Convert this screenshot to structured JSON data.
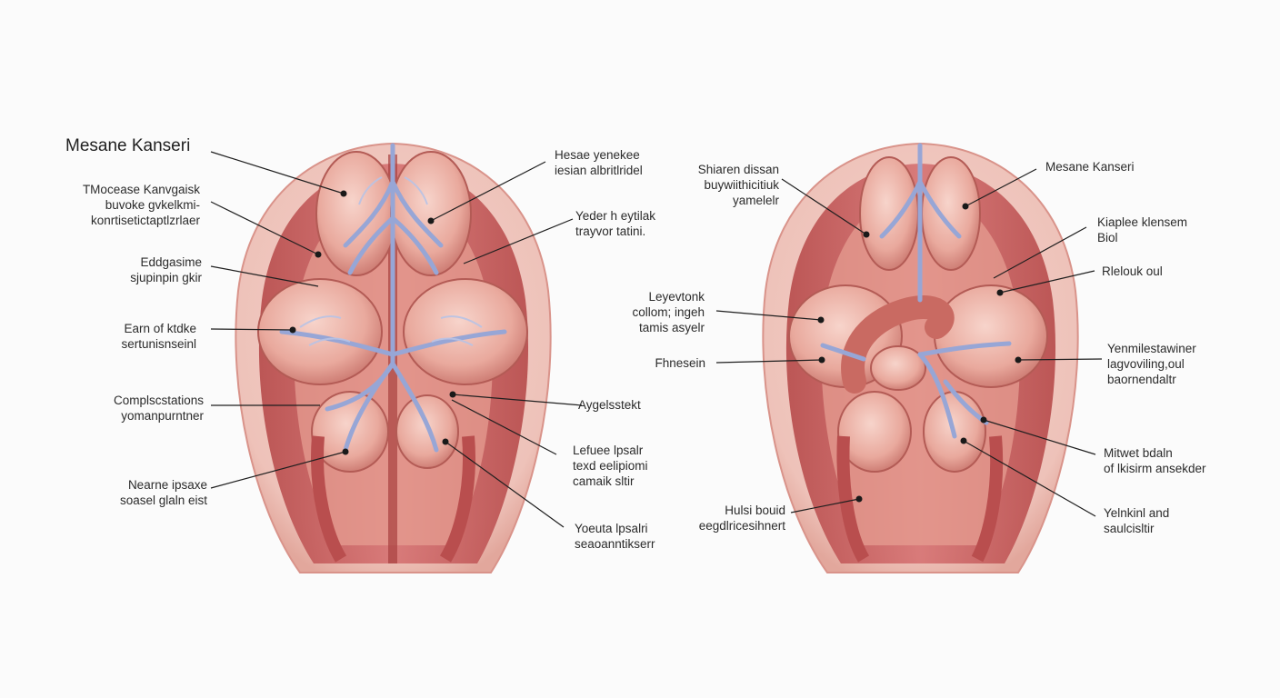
{
  "left_labels": [
    {
      "id": "title",
      "text": "Mesane Kanseri"
    },
    {
      "id": "l1",
      "text": "TMocease Kanvgaisk\nbuvoke gvkelkmi-\nkonrtisetictaptlzrlaer"
    },
    {
      "id": "l2",
      "text": "Eddgasime\nsjupinpin gkir"
    },
    {
      "id": "l3",
      "text": "Earn of ktdke\nsertunisnseinl"
    },
    {
      "id": "l4",
      "text": "Complscstations\nyomanpurntner"
    },
    {
      "id": "l5",
      "text": "Nearne ipsaxe\nsoasel glaln eist"
    }
  ],
  "center_left_labels": [
    {
      "id": "c1",
      "text": "Hesae yenekee\niesian albritlridel"
    },
    {
      "id": "c2",
      "text": "Yeder h eytilak\ntrayvor tatini."
    },
    {
      "id": "c3",
      "text": "Aygelsstekt"
    },
    {
      "id": "c4",
      "text": "Lefuee lpsalr\ntexd eelipiomi\ncamaik sltir"
    },
    {
      "id": "c5",
      "text": "Yoeuta lpsalri\nseaoanntikserr"
    }
  ],
  "center_right_labels": [
    {
      "id": "d1",
      "text": "Shiaren dissan\nbuywiithicitiuk\nyamelelr"
    },
    {
      "id": "d2",
      "text": "Leyevtonk\ncollom; ingeh\ntamis asyelr"
    },
    {
      "id": "d3",
      "text": "Fhnesein"
    },
    {
      "id": "d4",
      "text": "Hulsi bouid\neegdlricesihnert"
    }
  ],
  "right_labels": [
    {
      "id": "e1",
      "text": "Mesane Kanseri"
    },
    {
      "id": "e2",
      "text": "Kiaplee klensem\nBiol"
    },
    {
      "id": "e3",
      "text": "Rlelouk oul"
    },
    {
      "id": "e4",
      "text": "Yenmilestawiner\nlagvoviling,oul\nbaornendaltr"
    },
    {
      "id": "e5",
      "text": "Mitwet bdaln\nof lkisirm ansekder"
    },
    {
      "id": "e6",
      "text": "Yelnkinl and\nsaulcisltir"
    }
  ],
  "colors": {
    "tissue_outer": "#f6dcd6",
    "muscle": "#c85b5b",
    "muscle_dark": "#a8403f",
    "organ": "#eeb3a8",
    "organ_light": "#f3c8bd",
    "vein": "#97a6d6",
    "line": "#1f1f1f"
  }
}
